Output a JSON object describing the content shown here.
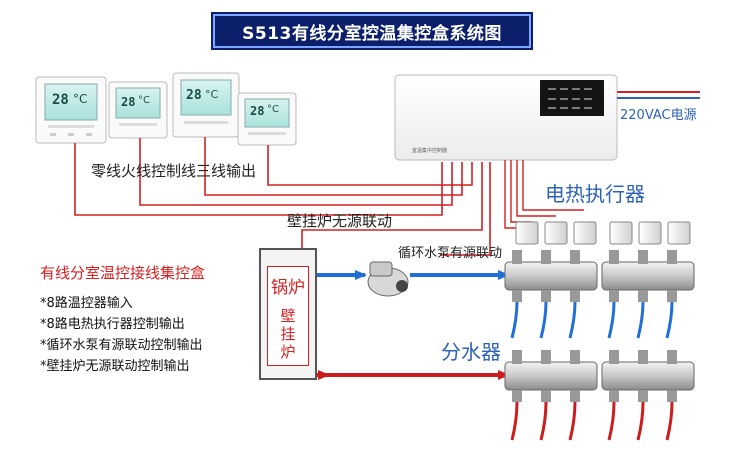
{
  "title": "S513有线分室控温集控盒系统图",
  "labels": {
    "wiring": "零线火线控制线三线输出",
    "power": "220VAC电源",
    "actuator": "电热执行器",
    "boiler_link": "壁挂炉无源联动",
    "pump_link": "循环水泵有源联动",
    "manifold": "分水器",
    "control_box_text": "室温集中控制器"
  },
  "boiler": {
    "name": "锅炉",
    "type": "壁挂炉"
  },
  "features": {
    "heading": "有线分室温控接线集控盒",
    "items": [
      "*8路温控器输入",
      "*8路电热执行器控制输出",
      "*循环水泵有源联动控制输出",
      "*壁挂炉无源联动控制输出"
    ]
  },
  "thermostat": {
    "display_temp": "28",
    "display_unit": "°C"
  },
  "colors": {
    "title_bg": "#0c1f6b",
    "red_wire": "#d42020",
    "blue_text": "#2c62b8",
    "supply_pipe": "#cc1c1c",
    "return_pipe": "#1f6fd6"
  }
}
